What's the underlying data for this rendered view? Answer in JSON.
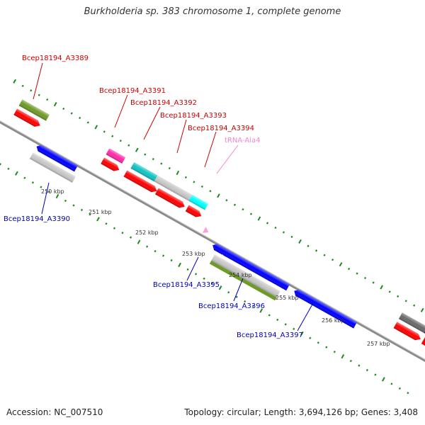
{
  "header": {
    "title": "Burkholderia sp. 383 chromosome 1, complete genome"
  },
  "footer": {
    "accession": "Accession: NC_007510",
    "topology": "Topology: circular; Length: 3,694,126 bp; Genes: 3,408"
  },
  "colors": {
    "backbone": "#8a8a8a",
    "tick": "#1e8a1e",
    "label_forward": "#cc0000",
    "label_reverse": "#0000bb",
    "label_trna": "#ee88cc"
  },
  "scale_labels": [
    "250 kbp",
    "251 kbp",
    "252 kbp",
    "253 kbp",
    "254 kbp",
    "255 kbp",
    "256 kbp",
    "257 kbp"
  ],
  "gene_labels": {
    "a3389": "Bcep18194_A3389",
    "a3390": "Bcep18194_A3390",
    "a3391": "Bcep18194_A3391",
    "a3392": "Bcep18194_A3392",
    "a3393": "Bcep18194_A3393",
    "a3394": "Bcep18194_A3394",
    "trna": "tRNA-Ala4",
    "a3395": "Bcep18194_A3395",
    "a3396": "Bcep18194_A3396",
    "a3397": "Bcep18194_A3397"
  }
}
